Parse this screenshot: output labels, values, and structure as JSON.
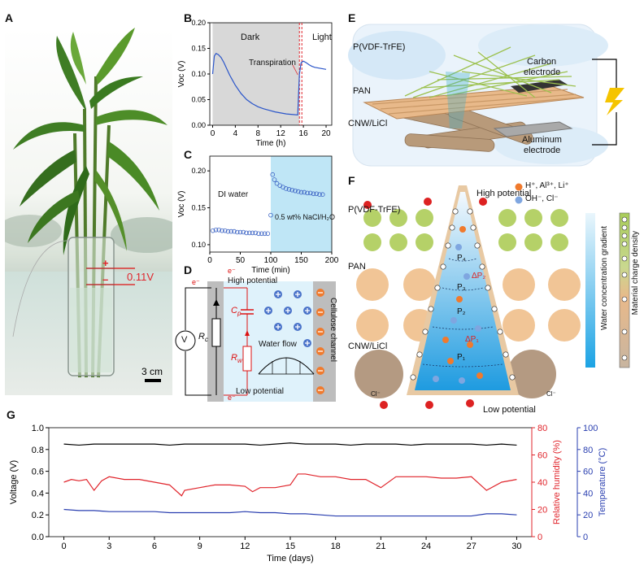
{
  "panels": {
    "A": {
      "letter": "A",
      "voltage_label": "0.11V",
      "plus": "+",
      "minus": "–",
      "scale_bar": "3 cm"
    },
    "B": {
      "letter": "B",
      "region_dark": "Dark",
      "region_light": "Light",
      "annotation": "Transpiration"
    },
    "C": {
      "letter": "C",
      "label_di": "DI water",
      "label_nacl": "0.5 wt% NaCl/H₂O"
    },
    "D": {
      "letter": "D",
      "high_potential": "High potential",
      "low_potential": "Low potential",
      "electron_label": "e⁻",
      "cp": "C",
      "cp_sub": "p",
      "rw": "R",
      "rw_sub": "w",
      "rc": "R",
      "rc_sub": "c",
      "voltmeter": "V",
      "water_flow": "Water flow",
      "channel": "Cellulose channel"
    },
    "E": {
      "letter": "E",
      "pvdf": "P(VDF-TrFE)",
      "pan": "PAN",
      "cnw": "CNW/LiCl",
      "carbon_electrode_1": "Carbon",
      "carbon_electrode_2": "electrode",
      "aluminum_electrode_1": "Aluminum",
      "aluminum_electrode_2": "electrode"
    },
    "F": {
      "letter": "F",
      "pvdf": "P(VDF-TrFE)",
      "pan": "PAN",
      "cnw": "CNW/LiCl",
      "high_potential": "High potential",
      "low_potential": "Low potential",
      "legend_cation": "H⁺, Al³⁺, Li⁺",
      "legend_anion": "OH⁻, Cl⁻",
      "gradient_water": "Water concentration gradient",
      "gradient_charge": "Material charge density",
      "p4": "P₄",
      "p3": "P₃",
      "p2": "P₂",
      "p1": "P₁",
      "dp2": "ΔP₂",
      "dp1": "ΔP₁",
      "cl": "Cl⁻"
    },
    "G": {
      "letter": "G"
    }
  },
  "colors": {
    "voltage": "#000000",
    "humidity": "#e0242b",
    "temperature": "#2a3fb0",
    "dark_region": "#d8d8d8",
    "nacl_region": "#bfe6f6",
    "pan_fiber": "#e8b98a",
    "pvdf_fiber": "#a8cc5a",
    "cnw_fiber": "#b89a7a"
  },
  "chart_data": [
    {
      "id": "B",
      "type": "line",
      "xlabel": "Time (h)",
      "ylabel": "Voc (V)",
      "xlim": [
        -0.5,
        21
      ],
      "ylim": [
        0,
        0.2
      ],
      "xticks": [
        0,
        4,
        8,
        12,
        16,
        20
      ],
      "yticks": [
        0.0,
        0.05,
        0.1,
        0.15,
        0.2
      ],
      "dark_region": [
        0,
        15.3
      ],
      "light_start": 15.3,
      "series": [
        {
          "x": [
            0,
            0.3,
            0.6,
            1.0,
            1.5,
            2.0,
            2.5,
            3.0,
            3.5,
            4.0,
            5.0,
            6.0,
            7.0,
            8.0,
            9.0,
            10.0,
            11.0,
            12.0,
            13.0,
            14.0,
            15.0,
            15.3,
            15.6,
            16.0,
            16.5,
            17.0,
            17.5,
            18.0,
            18.5,
            19.0,
            19.5,
            20.0
          ],
          "y": [
            0.1,
            0.135,
            0.14,
            0.138,
            0.132,
            0.122,
            0.11,
            0.098,
            0.088,
            0.078,
            0.062,
            0.05,
            0.042,
            0.036,
            0.032,
            0.029,
            0.026,
            0.024,
            0.022,
            0.021,
            0.02,
            0.1,
            0.122,
            0.125,
            0.122,
            0.118,
            0.115,
            0.113,
            0.112,
            0.111,
            0.11,
            0.109
          ]
        }
      ]
    },
    {
      "id": "C",
      "type": "scatter",
      "xlabel": "Time (min)",
      "ylabel": "Voc (V)",
      "xlim": [
        0,
        200
      ],
      "ylim": [
        0.09,
        0.22
      ],
      "xticks": [
        0,
        50,
        100,
        150,
        200
      ],
      "yticks": [
        0.1,
        0.15,
        0.2
      ],
      "nacl_start": 100,
      "series": [
        {
          "x": [
            5,
            10,
            15,
            20,
            25,
            30,
            35,
            40,
            45,
            50,
            55,
            60,
            65,
            70,
            75,
            80,
            85,
            90,
            95,
            100,
            103,
            106,
            110,
            115,
            120,
            125,
            130,
            135,
            140,
            145,
            150,
            155,
            160,
            165,
            170,
            175,
            180,
            185
          ],
          "y": [
            0.119,
            0.12,
            0.12,
            0.119,
            0.119,
            0.118,
            0.118,
            0.118,
            0.117,
            0.117,
            0.117,
            0.116,
            0.116,
            0.116,
            0.116,
            0.115,
            0.115,
            0.115,
            0.115,
            0.14,
            0.195,
            0.188,
            0.183,
            0.18,
            0.178,
            0.176,
            0.175,
            0.174,
            0.173,
            0.172,
            0.171,
            0.171,
            0.17,
            0.17,
            0.169,
            0.169,
            0.168,
            0.168
          ]
        }
      ]
    },
    {
      "id": "G",
      "type": "line",
      "xlabel": "Time (days)",
      "ylabel": "Voltage (V)",
      "ylabel_right1": "Relative humidity (%)",
      "ylabel_right2": "Temperature (°C)",
      "xlim": [
        -1,
        31
      ],
      "ylim": [
        0,
        1.0
      ],
      "ylim_right1": [
        0,
        80
      ],
      "ylim_right2": [
        0,
        100
      ],
      "xticks": [
        0,
        3,
        6,
        9,
        12,
        15,
        18,
        21,
        24,
        27,
        30
      ],
      "yticks": [
        0.0,
        0.2,
        0.4,
        0.6,
        0.8,
        1.0
      ],
      "yticks_right1": [
        0,
        20,
        40,
        60,
        80
      ],
      "yticks_right2": [
        0,
        20,
        40,
        60,
        80,
        100
      ],
      "series": [
        {
          "name": "Voltage",
          "axis": "left",
          "x": [
            0,
            1,
            2,
            3,
            4,
            5,
            6,
            7,
            8,
            9,
            10,
            11,
            12,
            13,
            14,
            15,
            16,
            17,
            18,
            19,
            20,
            21,
            22,
            23,
            24,
            25,
            26,
            27,
            28,
            29,
            30
          ],
          "y": [
            0.85,
            0.84,
            0.85,
            0.85,
            0.85,
            0.85,
            0.85,
            0.84,
            0.85,
            0.85,
            0.85,
            0.85,
            0.85,
            0.84,
            0.85,
            0.86,
            0.85,
            0.85,
            0.85,
            0.84,
            0.85,
            0.85,
            0.85,
            0.84,
            0.85,
            0.85,
            0.85,
            0.85,
            0.84,
            0.85,
            0.84
          ]
        },
        {
          "name": "Relative humidity",
          "axis": "right1",
          "x": [
            0,
            0.5,
            1,
            1.5,
            2,
            2.5,
            3,
            4,
            5,
            6,
            7,
            7.8,
            8,
            9,
            10,
            11,
            12,
            12.5,
            13,
            14,
            15,
            15.5,
            16,
            17,
            18,
            19,
            20,
            21,
            22,
            23,
            24,
            25,
            26,
            27,
            28,
            29,
            30
          ],
          "y": [
            40,
            42,
            41,
            42,
            34,
            41,
            44,
            42,
            42,
            40,
            38,
            30,
            34,
            36,
            38,
            38,
            37,
            33,
            36,
            36,
            38,
            46,
            46,
            44,
            44,
            42,
            42,
            36,
            44,
            44,
            44,
            43,
            43,
            44,
            34,
            40,
            42
          ]
        },
        {
          "name": "Temperature",
          "axis": "right2",
          "x": [
            0,
            1,
            2,
            3,
            4,
            5,
            6,
            7,
            8,
            9,
            10,
            11,
            12,
            13,
            14,
            15,
            16,
            17,
            18,
            19,
            20,
            21,
            22,
            23,
            24,
            25,
            26,
            27,
            28,
            29,
            30
          ],
          "y": [
            25,
            24,
            24,
            23,
            23,
            23,
            23,
            22,
            22,
            22,
            22,
            22,
            23,
            22,
            22,
            21,
            21,
            20,
            19,
            19,
            19,
            19,
            19,
            19,
            19,
            19,
            19,
            19,
            21,
            21,
            20
          ]
        }
      ]
    }
  ]
}
